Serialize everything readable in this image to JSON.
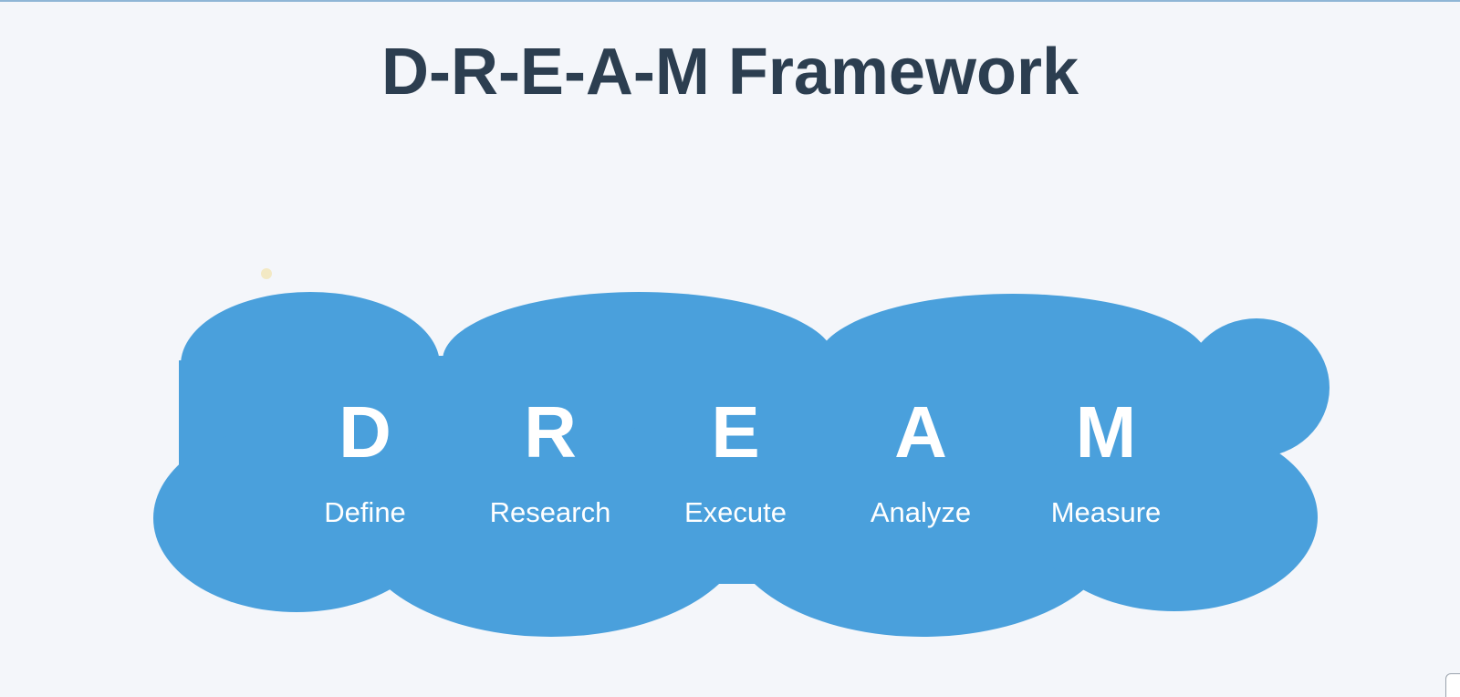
{
  "title": "D-R-E-A-M Framework",
  "colors": {
    "background": "#f4f6fa",
    "cloud": "#4aa0dc",
    "title": "#2c3e50",
    "step_text": "#ffffff",
    "accent_dot": "#f3e9c4"
  },
  "steps": [
    {
      "letter": "D",
      "word": "Define"
    },
    {
      "letter": "R",
      "word": "Research"
    },
    {
      "letter": "E",
      "word": "Execute"
    },
    {
      "letter": "A",
      "word": "Analyze"
    },
    {
      "letter": "M",
      "word": "Measure"
    }
  ]
}
